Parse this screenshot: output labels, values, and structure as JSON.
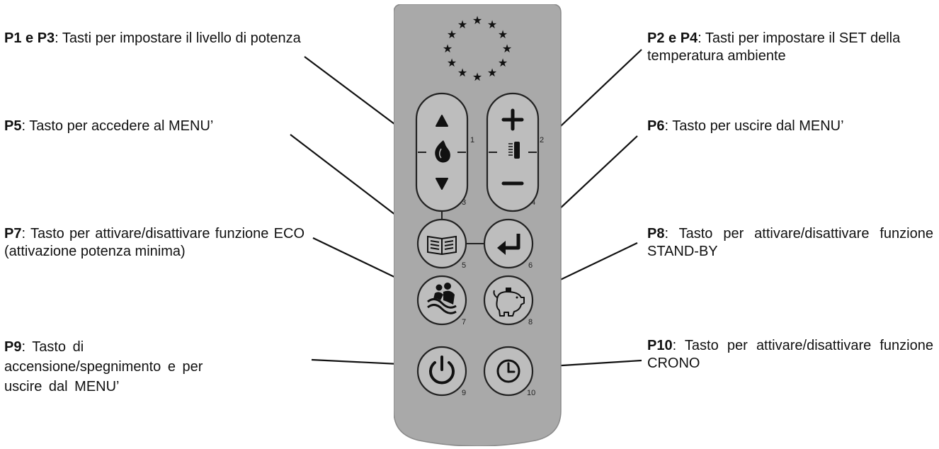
{
  "callouts": [
    {
      "id": "p1p3",
      "key": "P1 e P3",
      "text": ": Tasti per impostare il livello di potenza"
    },
    {
      "id": "p5",
      "key": "P5",
      "text": ": Tasto per accedere al MENU’"
    },
    {
      "id": "p7",
      "key": "P7",
      "text": ": Tasto per attivare/disattivare funzione ECO (attivazione potenza minima)"
    },
    {
      "id": "p9",
      "key": "P9",
      "text": ": Tasto di accensione/spegnimento e per uscire dal MENU’"
    },
    {
      "id": "p2p4",
      "key": "P2 e P4",
      "text": ": Tasti per impostare il SET della temperatura ambiente"
    },
    {
      "id": "p6",
      "key": "P6",
      "text": ": Tasto per uscire dal MENU’"
    },
    {
      "id": "p8",
      "key": "P8",
      "text": ": Tasto per attivare/disattivare funzione STAND-BY"
    },
    {
      "id": "p10",
      "key": "P10",
      "text": ": Tasto per attivare/disattivare funzione CRONO"
    }
  ],
  "button_numbers": [
    "1",
    "2",
    "3",
    "4",
    "5",
    "6",
    "7",
    "8",
    "9",
    "10"
  ],
  "icons": {
    "b1": "up-arrow-icon",
    "b2": "plus-icon",
    "b3": "down-arrow-icon",
    "b4": "minus-icon",
    "b5": "book-menu-icon",
    "b6": "enter-return-icon",
    "b7": "eco-wave-icon",
    "b8": "piggy-bank-icon",
    "b9": "power-icon",
    "b10": "clock-icon",
    "power_level": "flame-icon",
    "temperature": "thermometer-icon",
    "logo": "eu-stars-icon"
  },
  "colors": {
    "remote_body": "#a9a9a9",
    "button_face": "#bdbdbd",
    "outline": "#222222"
  }
}
